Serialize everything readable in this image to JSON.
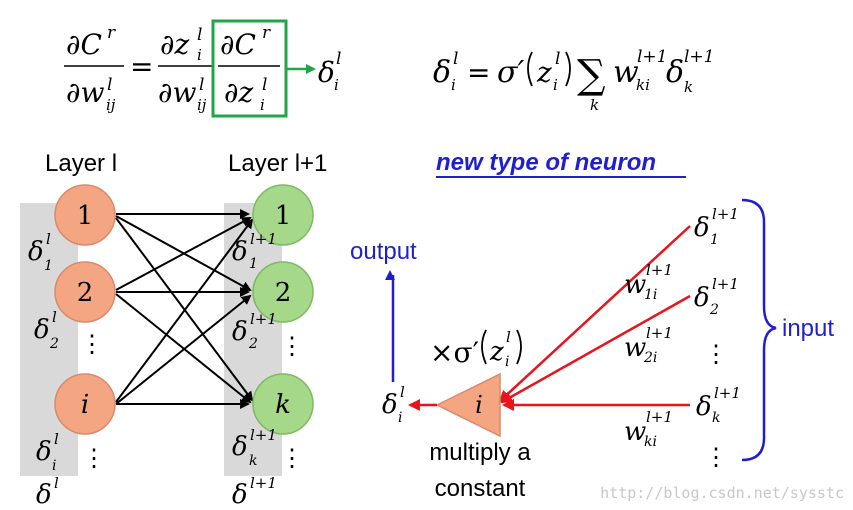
{
  "formula_left": {
    "lhs_num": "∂C",
    "lhs_num_sup": "r",
    "lhs_den": "∂w",
    "lhs_den_sup": "l",
    "lhs_den_sub": "ij",
    "eq": "=",
    "t1_num": "∂z",
    "t1_num_sup": "l",
    "t1_num_sub": "i",
    "t1_den": "∂w",
    "t1_den_sup": "l",
    "t1_den_sub": "ij",
    "t2_num": "∂C",
    "t2_num_sup": "r",
    "t2_den": "∂z",
    "t2_den_sup": "l",
    "t2_den_sub": "i",
    "result": "δ",
    "result_sup": "l",
    "result_sub": "i"
  },
  "formula_right": {
    "delta": "δ",
    "delta_sup": "l",
    "delta_sub": "i",
    "eq": "=",
    "sigma": "σ′",
    "z": "z",
    "z_sup": "l",
    "z_sub": "i",
    "sum": "∑",
    "sum_sub": "k",
    "w": "w",
    "w_sup": "l+1",
    "w_sub": "ki",
    "d": "δ",
    "d_sup": "l+1",
    "d_sub": "k"
  },
  "labels": {
    "layer_l": "Layer l",
    "layer_l1": "Layer l+1",
    "new_type": "new type of neuron",
    "output": "output",
    "input": "input",
    "multiply": "multiply a",
    "constant": "constant",
    "watermark": "http://blog.csdn.net/sysstc"
  },
  "layer_l": {
    "neurons": [
      "1",
      "2",
      "i"
    ],
    "deltas": [
      {
        "sym": "δ",
        "sup": "l",
        "sub": "1"
      },
      {
        "sym": "δ",
        "sup": "l",
        "sub": "2"
      },
      {
        "sym": "δ",
        "sup": "l",
        "sub": "i"
      }
    ],
    "vector": {
      "sym": "δ",
      "sup": "l"
    }
  },
  "layer_l1": {
    "neurons": [
      "1",
      "2",
      "k"
    ],
    "deltas": [
      {
        "sym": "δ",
        "sup": "l+1",
        "sub": "1"
      },
      {
        "sym": "δ",
        "sup": "l+1",
        "sub": "2"
      },
      {
        "sym": "δ",
        "sup": "l+1",
        "sub": "k"
      }
    ],
    "vector": {
      "sym": "δ",
      "sup": "l+1"
    }
  },
  "new_neuron": {
    "label": "i",
    "multiplier": "×σ′",
    "z": "z",
    "z_sup": "l",
    "z_sub": "i",
    "out": {
      "sym": "δ",
      "sup": "l",
      "sub": "i"
    },
    "weights": [
      {
        "sym": "w",
        "sup": "l+1",
        "sub": "1i"
      },
      {
        "sym": "w",
        "sup": "l+1",
        "sub": "2i"
      },
      {
        "sym": "w",
        "sup": "l+1",
        "sub": "ki"
      }
    ],
    "inputs": [
      {
        "sym": "δ",
        "sup": "l+1",
        "sub": "1"
      },
      {
        "sym": "δ",
        "sup": "l+1",
        "sub": "2"
      },
      {
        "sym": "δ",
        "sup": "l+1",
        "sub": "k"
      }
    ]
  },
  "colors": {
    "orange_neuron": "#f4a582",
    "green_neuron": "#a6d88a",
    "green_box": "#22a447",
    "red_arrow": "#e8131b",
    "blue": "#1f1fd0",
    "gray_band": "#d9d9d9",
    "triangle": "#f4a582"
  }
}
